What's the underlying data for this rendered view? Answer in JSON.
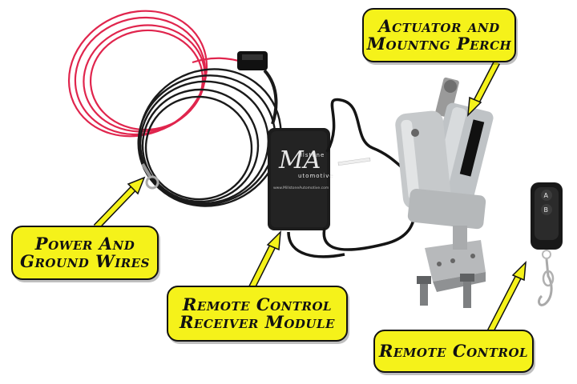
{
  "callouts": {
    "actuator": {
      "line1": "Actuator and",
      "line2": "Mountng Perch"
    },
    "power": {
      "line1": "Power And",
      "line2": "Ground Wires"
    },
    "receiver": {
      "line1": "Remote Control",
      "line2": "Receiver Module"
    },
    "remote": {
      "line1": "Remote Control"
    }
  },
  "module": {
    "logo_letters": "MA",
    "brand_line1": "illstone",
    "brand_line2": "utomotive",
    "website": "www.MillstoneAutomotive.com"
  },
  "remote": {
    "button_a": "A",
    "button_b": "B"
  },
  "colors": {
    "callout_fill": "#f5f21a",
    "callout_border": "#111111",
    "arrow_fill": "#f5f21a",
    "red_wire": "#e0254d",
    "black_wire": "#1a1a1a",
    "actuator_body": "#bfc3c6",
    "module_body": "#1c1c1c"
  }
}
